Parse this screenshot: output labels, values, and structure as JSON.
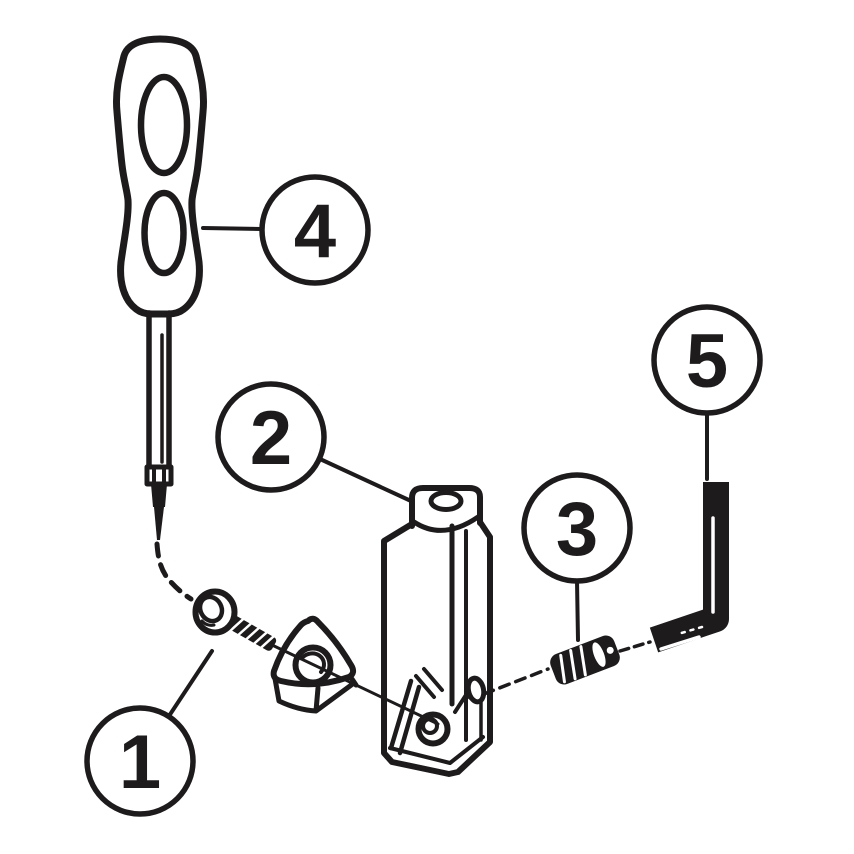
{
  "page": {
    "background_color": "#ffffff"
  },
  "diagram": {
    "line_color": "#1e1b1c",
    "background_color": "#ffffff",
    "callouts": [
      {
        "id": 1,
        "label": "1"
      },
      {
        "id": 2,
        "label": "2"
      },
      {
        "id": 3,
        "label": "3"
      },
      {
        "id": 4,
        "label": "4"
      },
      {
        "id": 5,
        "label": "5"
      }
    ]
  }
}
